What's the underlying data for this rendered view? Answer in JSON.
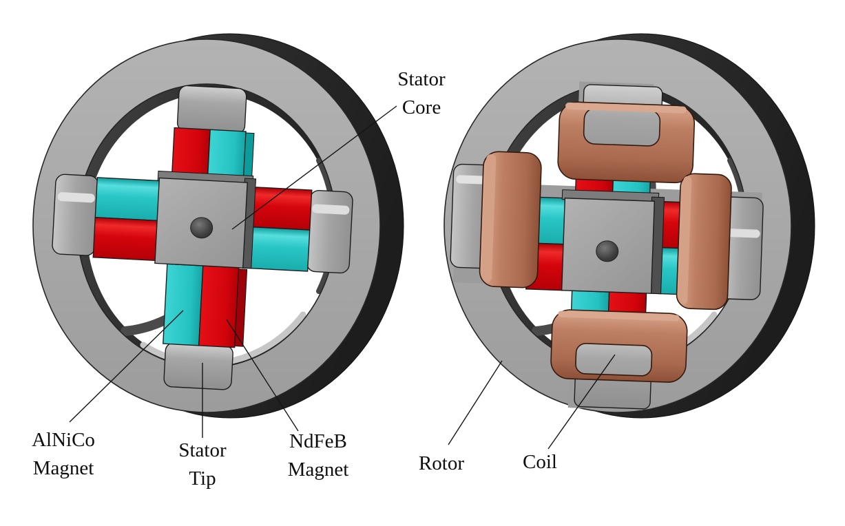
{
  "diagram": {
    "subject": "switched-flux memory machine cross-sections",
    "labels": {
      "stator_core": "Stator\nCore",
      "alnico_magnet": "AlNiCo\nMagnet",
      "stator_tip": "Stator\nTip",
      "ndfeb_magnet": "NdFeB\nMagnet",
      "rotor": "Rotor",
      "coil": "Coil"
    }
  },
  "colors": {
    "background": "#ffffff",
    "rotor-face": "#a8a8a8",
    "rotor-depth": "#2e2e2e",
    "stator-gray": "#a4a4a4",
    "tip-gray": "#9e9e9e",
    "magnet-red": "#d6060e",
    "magnet-cyan": "#2bc8c8",
    "coil-copper": "#b5765c",
    "coil-copper-light": "#d9a68c",
    "coil-copper-dark": "#8d5138",
    "outline": "#1c1c1c",
    "text": "#0e0e0e"
  }
}
